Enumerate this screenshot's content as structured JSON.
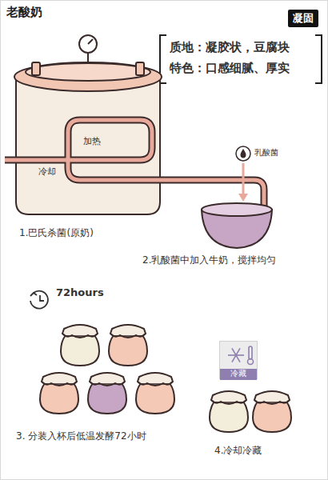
{
  "diagram": {
    "title": "老酸奶",
    "nodes": [
      {
        "text": [
          "凝固"
        ]
      },
      {
        "text": [
          "冷藏"
        ]
      }
    ],
    "labels": [
      "质地：凝胶状，豆腐块",
      "特色：口感细腻、厚实",
      "加热",
      "冷却",
      "乳酸菌",
      "1.巴氏杀菌(原奶)",
      "2.乳酸菌中加入牛奶，搅拌均匀",
      "72hours",
      "3. 分装入杯后低温发酵72小时",
      "4.冷却冷藏"
    ]
  }
}
